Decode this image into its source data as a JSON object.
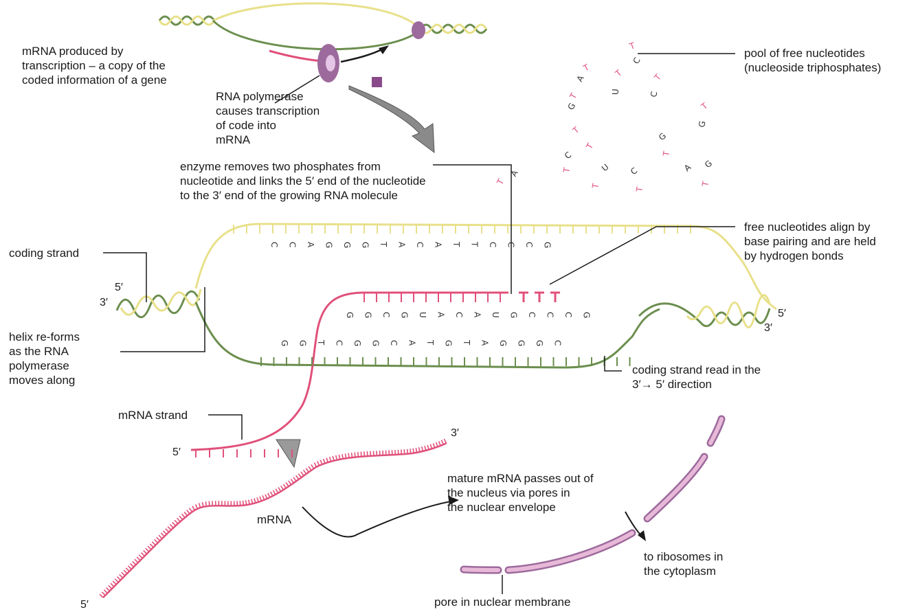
{
  "colors": {
    "coding": "#6b8e4e",
    "template": "#e8e08a",
    "mrna": "#e0507a",
    "polymerase": "#9c6a9c",
    "membrane": "#d8a0c8",
    "leader": "#1a1a1a",
    "base_text": "#333333",
    "free_t": "#e0507a"
  },
  "labels": {
    "mrna_produced": "mRNA produced by\ntranscription – a copy of the\ncoded information of a gene",
    "rna_polymerase": "RNA polymerase\ncauses transcription\nof code into\nmRNA",
    "pool": "pool of free nucleotides\n(nucleoside triphosphates)",
    "enzyme": "enzyme removes two phosphates from\nnucleotide and links the 5′ end of the nucleotide\nto the 3′ end of the growing RNA molecule",
    "free_align": "free nucleotides align by\nbase pairing and are held\nby hydrogen bonds",
    "coding_strand": "coding strand",
    "helix_reforms": "helix re-forms\nas the RNA\npolymerase\nmoves along",
    "coding_read": "coding strand read in the\n3′→ 5′ direction",
    "mrna_strand": "mRNA strand",
    "mrna": "mRNA",
    "mature": "mature mRNA passes out of\nthe nucleus via pores in\nthe nuclear envelope",
    "ribosomes": "to ribosomes in\nthe cytoplasm",
    "pore": "pore in nuclear membrane"
  },
  "end_labels": {
    "left_5": "5′",
    "left_3": "3′",
    "right_5": "5′",
    "right_3": "3′",
    "mrna_5": "5′",
    "mature_3": "3′",
    "mature_5": "5′"
  },
  "bases": {
    "top_strand": [
      "C",
      "C",
      "A",
      "G",
      "G",
      "G",
      "T",
      "A",
      "C",
      "A",
      "T",
      "T",
      "C",
      "C",
      "C",
      "G"
    ],
    "mrna_row": [
      "G",
      "G",
      "C",
      "G",
      "U",
      "A",
      "C",
      "A",
      "U",
      "G",
      "C",
      "C",
      "C",
      "G"
    ],
    "bottom_strand": [
      "G",
      "G",
      "T",
      "C",
      "G",
      "G",
      "C",
      "A",
      "T",
      "G",
      "T",
      "A",
      "G",
      "G",
      "G",
      "C"
    ]
  },
  "free_nucleotides": [
    "T",
    "C",
    "T",
    "A",
    "T",
    "U",
    "T",
    "G",
    "T",
    "C",
    "T",
    "G",
    "T",
    "T",
    "G",
    "T",
    "C",
    "T",
    "U",
    "T",
    "G",
    "T",
    "C",
    "T",
    "A"
  ]
}
